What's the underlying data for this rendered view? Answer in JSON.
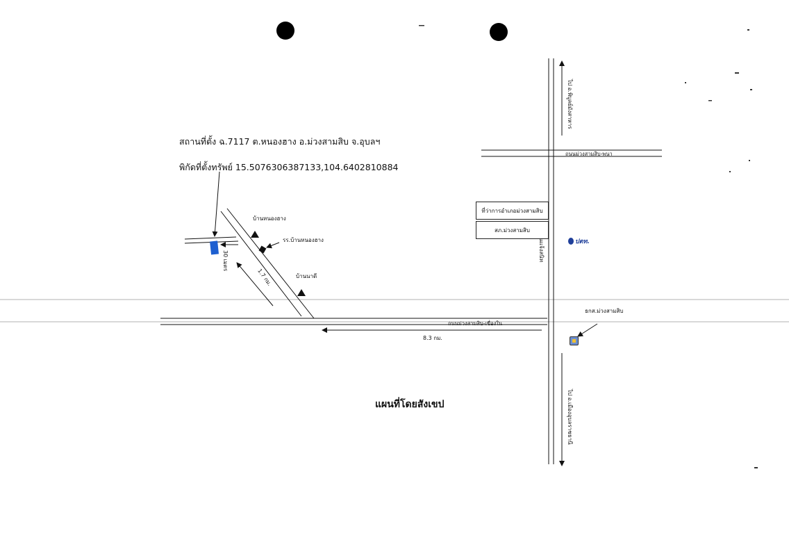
{
  "header": {
    "location": "สถานที่ตั้ง ฉ.7117 ต.หนองฮาง อ.ม่วงสามสิบ จ.อุบลฯ",
    "coordinates": "พิกัดที่ตั้งทรัพย์ 15.5076306387133,104.6402810884"
  },
  "map": {
    "villages": {
      "nong_hang": "บ้านหนองฮาง",
      "na_di": "บ้านนาดี"
    },
    "school": "รร.บ้านหนองฮาง",
    "distances": {
      "to_plot": "30 เมตร",
      "side_road": "1.7 กม.",
      "main_road": "8.3 กม."
    },
    "roads": {
      "north": "ไป อ.พิบูลย์มังสาหาร",
      "south": "ไป อ.เมืองอุบลราชธานี",
      "east_west_top": "ถนนม่วงสามสิบ-พนา",
      "east_west_main": "ถนนม่วงสามสิบ-เขื่องใน",
      "highway": "ถนนแจ้งสนิท"
    },
    "landmarks": {
      "district_office": "ที่ว่าการอำเภอม่วงสามสิบ",
      "police_station": "สภ.ม่วงสามสิบ",
      "bank": "ธกส.ม่วงสามสิบ",
      "ptt": "ปตท."
    },
    "footer_title": "แผนที่โดยสังเขป",
    "plot_color": "#1d5fd0"
  }
}
